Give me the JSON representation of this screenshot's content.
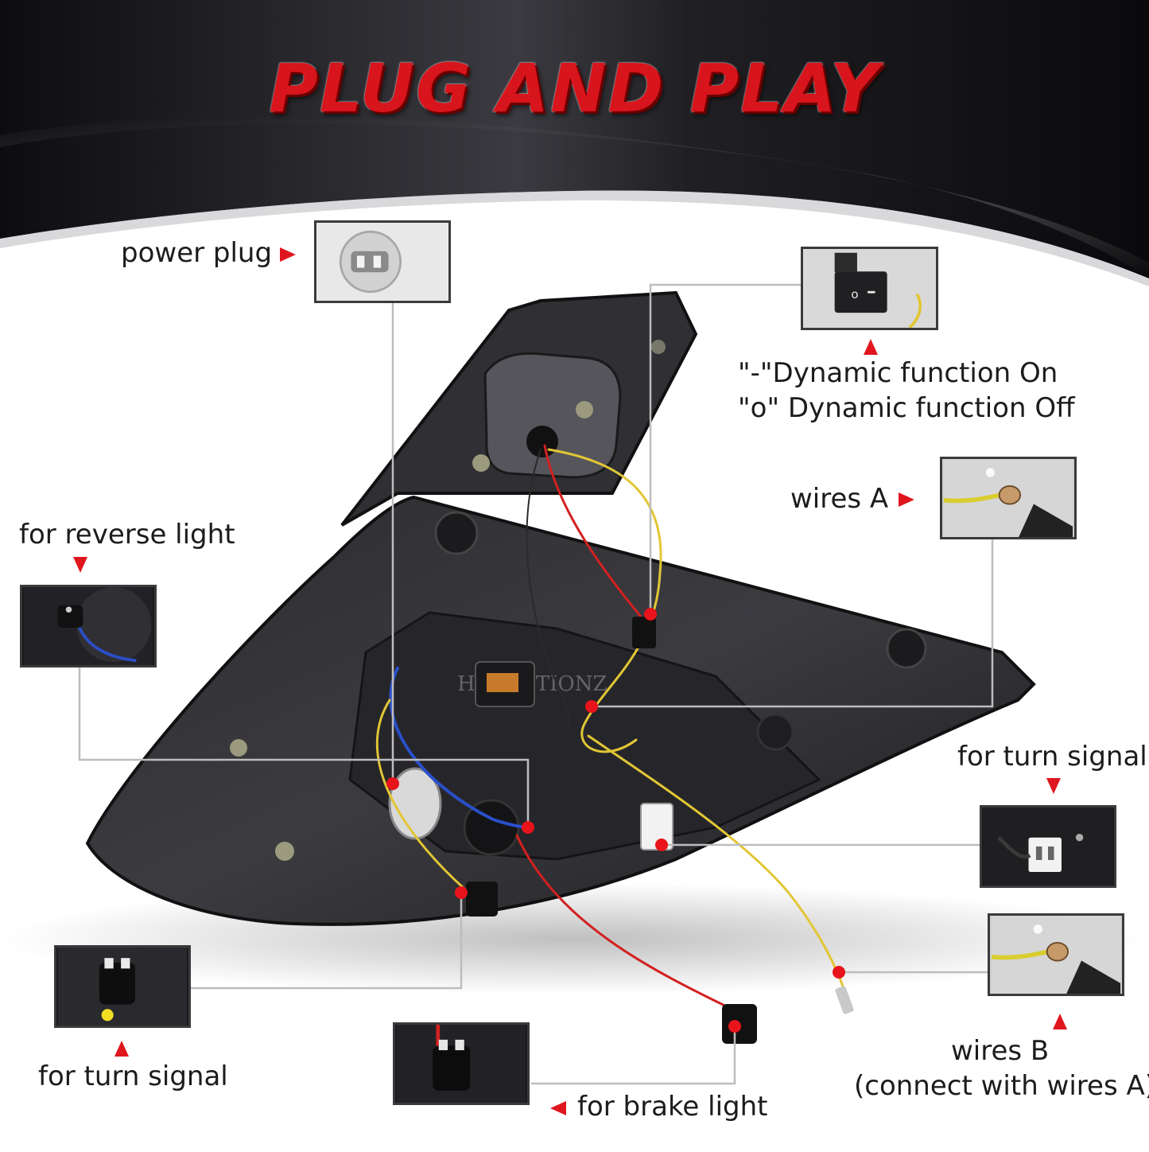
{
  "title": "PLUG AND PLAY",
  "watermark": "HC MOTIONZ",
  "labels": {
    "power_plug": "power plug",
    "switch_on": "\"-\"Dynamic function On",
    "switch_off": "\"o\" Dynamic function Off",
    "wires_a": "wires A",
    "reverse_light": "for reverse light",
    "turn_signal_right": "for turn signal",
    "turn_signal_left": "for turn signal",
    "brake_light": "for brake light",
    "wires_b": "wires B",
    "wires_b_note": "(connect with wires A)"
  },
  "colors": {
    "title_red": "#d8141c",
    "arrow_red": "#e0161e",
    "callout_dot": "#e8131b",
    "callout_line": "#bdbdbd",
    "wire_yellow": "#e2c635",
    "wire_red": "#d32020",
    "wire_blue": "#2a4fc8"
  },
  "icons": {
    "pointer": "red-triangle-arrow-icon"
  }
}
